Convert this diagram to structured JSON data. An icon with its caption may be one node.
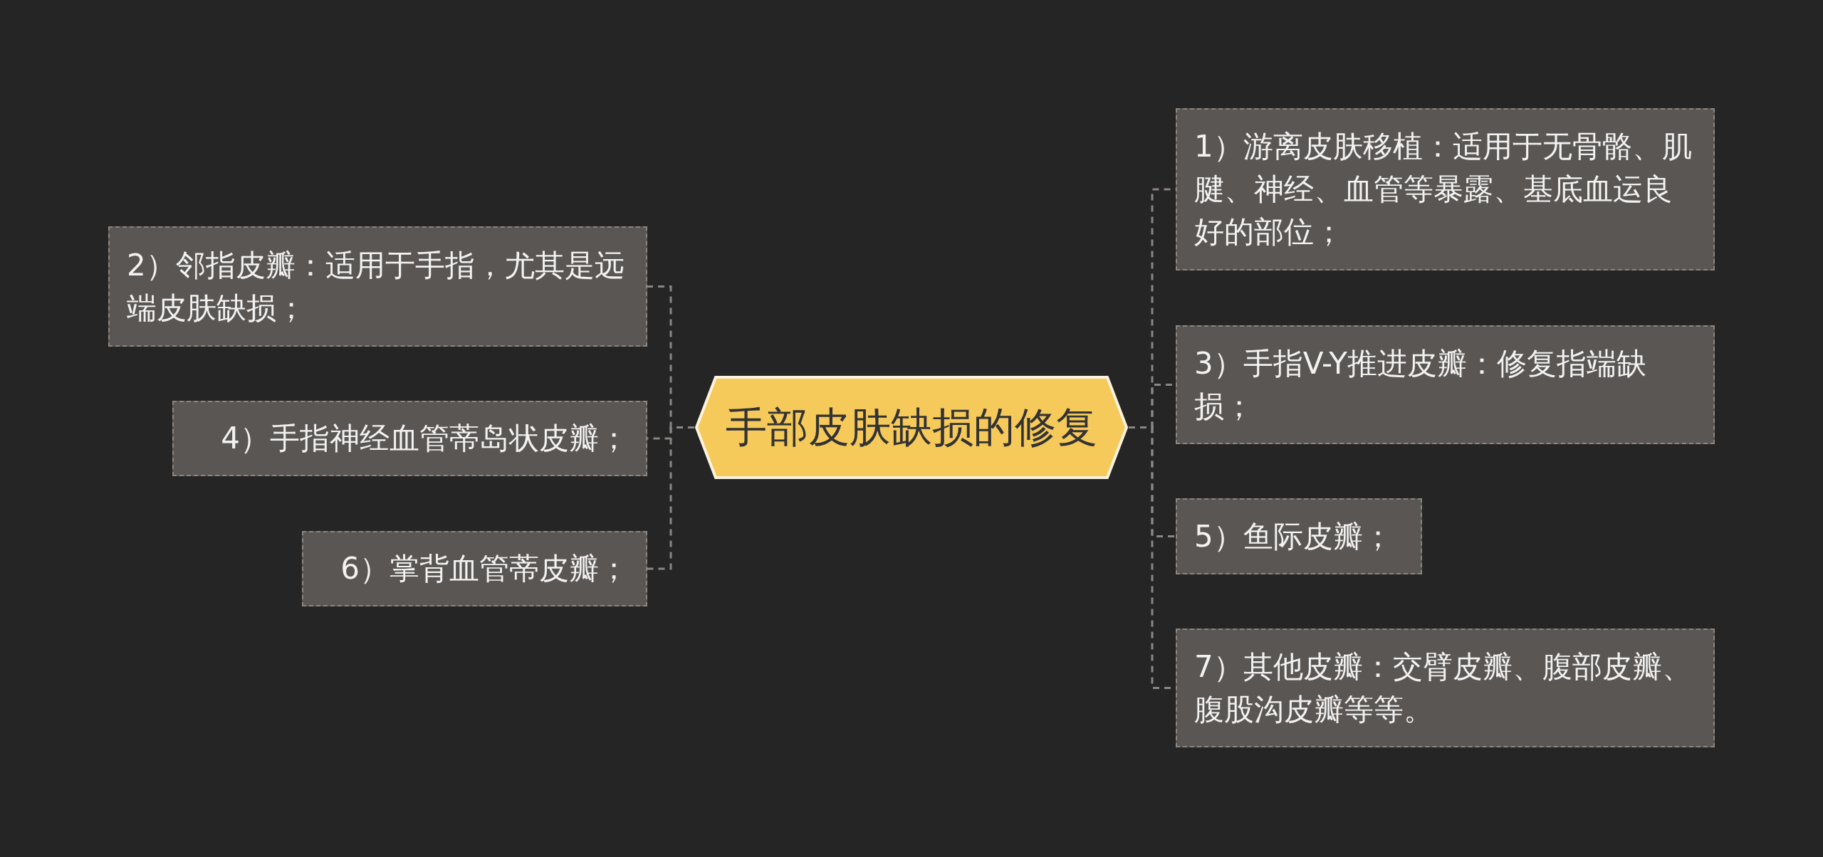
{
  "diagram": {
    "nodes": [
      {
        "text": [
          "手部皮肤缺损的修复"
        ]
      },
      {
        "text": [
          "1）游离皮肤移植：适用于无骨骼、肌腱、神经、血管等暴露、基底血运良好的部位；"
        ]
      },
      {
        "text": [
          "3）手指V-Y推进皮瓣：修复指端缺损；"
        ]
      },
      {
        "text": [
          "5）鱼际皮瓣；"
        ]
      },
      {
        "text": [
          "7）其他皮瓣：交臂皮瓣、腹部皮瓣、腹股沟皮瓣等等。"
        ]
      },
      {
        "text": [
          "2）邻指皮瓣：适用于手指，尤其是远端皮肤缺损；"
        ]
      },
      {
        "text": [
          "4）手指神经血管蒂岛状皮瓣；"
        ]
      },
      {
        "text": [
          "6）掌背血管蒂皮瓣；"
        ]
      }
    ],
    "edges": [
      {
        "from": 0,
        "to": 1,
        "arrow": "none"
      },
      {
        "from": 0,
        "to": 2,
        "arrow": "none"
      },
      {
        "from": 0,
        "to": 3,
        "arrow": "none"
      },
      {
        "from": 0,
        "to": 4,
        "arrow": "none"
      },
      {
        "from": 0,
        "to": 5,
        "arrow": "none"
      },
      {
        "from": 0,
        "to": 6,
        "arrow": "none"
      },
      {
        "from": 0,
        "to": 7,
        "arrow": "none"
      }
    ]
  }
}
